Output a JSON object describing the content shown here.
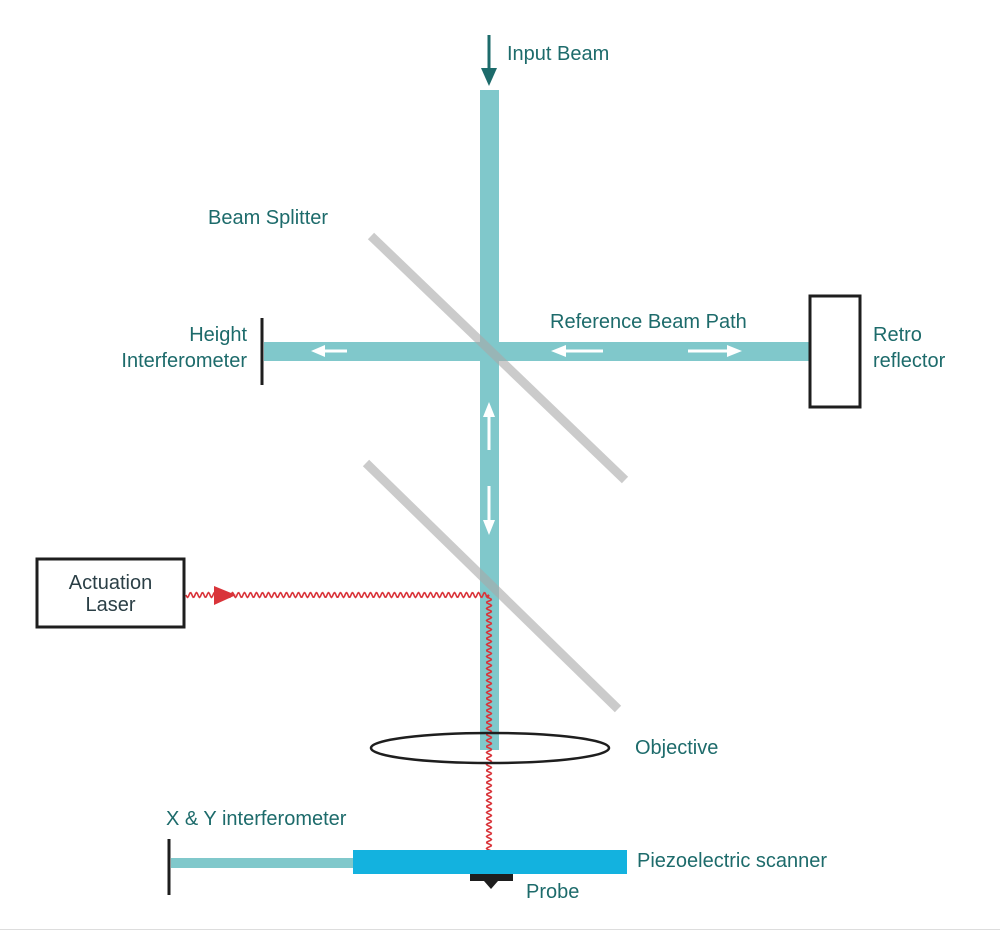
{
  "labels": {
    "input_beam": "Input Beam",
    "beam_splitter": "Beam Splitter",
    "reference_beam_path": "Reference Beam Path",
    "height_interferometer": [
      "Height",
      "Interferometer"
    ],
    "retro_reflector": [
      "Retro",
      "reflector"
    ],
    "actuation_laser": [
      "Actuation",
      "Laser"
    ],
    "objective": "Objective",
    "xy_interferometer": "X & Y interferometer",
    "piezo_scanner": "Piezoelectric scanner",
    "probe": "Probe"
  },
  "colors": {
    "beam": "#80c8cb",
    "label_text": "#1d6b6b",
    "box_text": "#2b3f46",
    "splitter": "#b9b9b9",
    "actuation_laser": "#d9343a",
    "scanner": "#13b2df",
    "arrow": "#ffffff",
    "input_arrow": "#1d6b6b"
  }
}
